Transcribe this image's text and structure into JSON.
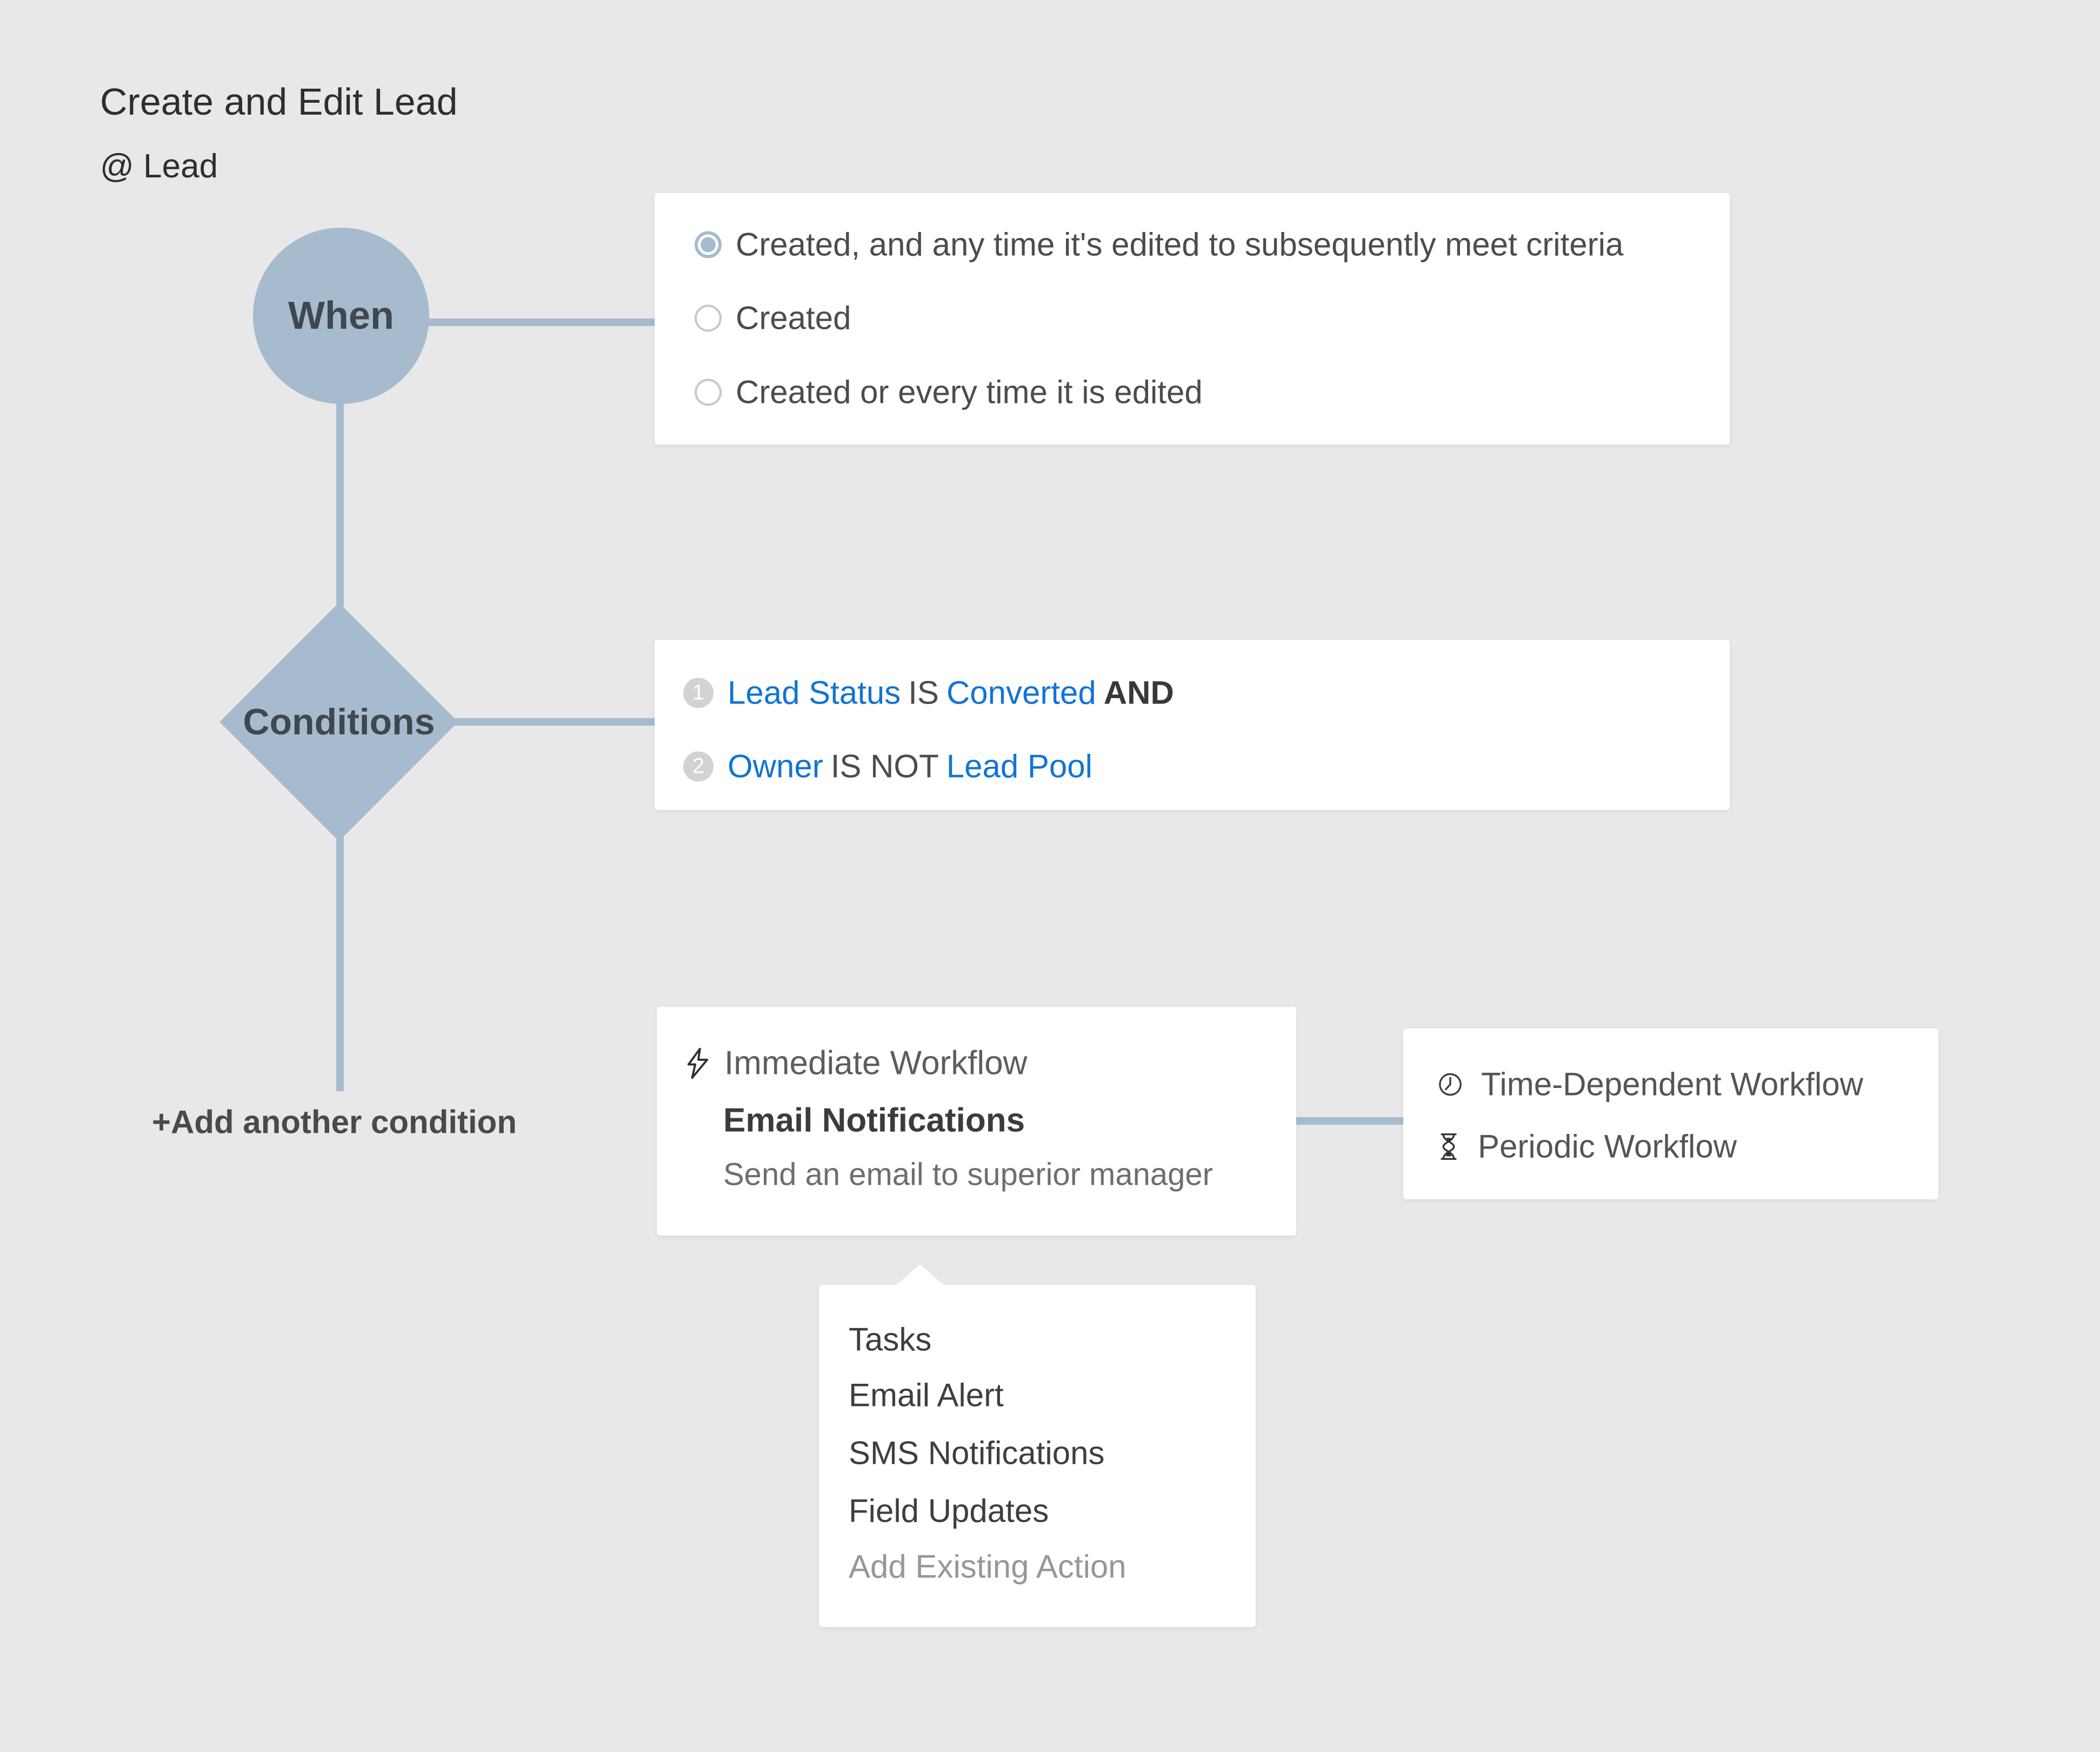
{
  "page": {
    "title": "Create and Edit Lead",
    "subtitle": "@ Lead"
  },
  "colors": {
    "background": "#e8e8e8",
    "node_fill": "#a7bbce",
    "node_text": "#40484f",
    "link_blue": "#1174d4",
    "panel_bg": "#ffffff",
    "badge_gray": "#d2d2d2"
  },
  "when_node": {
    "label": "When"
  },
  "when_panel": {
    "options": [
      {
        "label": "Created, and any time it's edited to subsequently meet criteria",
        "selected": true
      },
      {
        "label": "Created",
        "selected": false
      },
      {
        "label": "Created or every time it is edited",
        "selected": false
      }
    ]
  },
  "conditions_node": {
    "label": "Conditions"
  },
  "conditions_panel": {
    "rows": [
      {
        "num": "1",
        "field": "Lead Status",
        "operator": "IS",
        "value": "Converted",
        "conjunction": "AND"
      },
      {
        "num": "2",
        "field": "Owner",
        "operator": "IS NOT",
        "value": "Lead Pool",
        "conjunction": ""
      }
    ]
  },
  "add_condition": {
    "label": "+Add another condition"
  },
  "immediate_panel": {
    "title": "Immediate Workflow",
    "action_type": "Email Notifications",
    "action_desc": "Send an email to superior manager",
    "icon": "lightning-icon"
  },
  "time_panel": {
    "items": [
      {
        "label": "Time-Dependent Workflow",
        "icon": "clock-icon"
      },
      {
        "label": "Periodic Workflow",
        "icon": "hourglass-icon"
      }
    ]
  },
  "action_menu": {
    "items": [
      "Tasks",
      "Email Alert",
      "SMS Notifications",
      "Field Updates",
      "Add Existing Action"
    ]
  }
}
